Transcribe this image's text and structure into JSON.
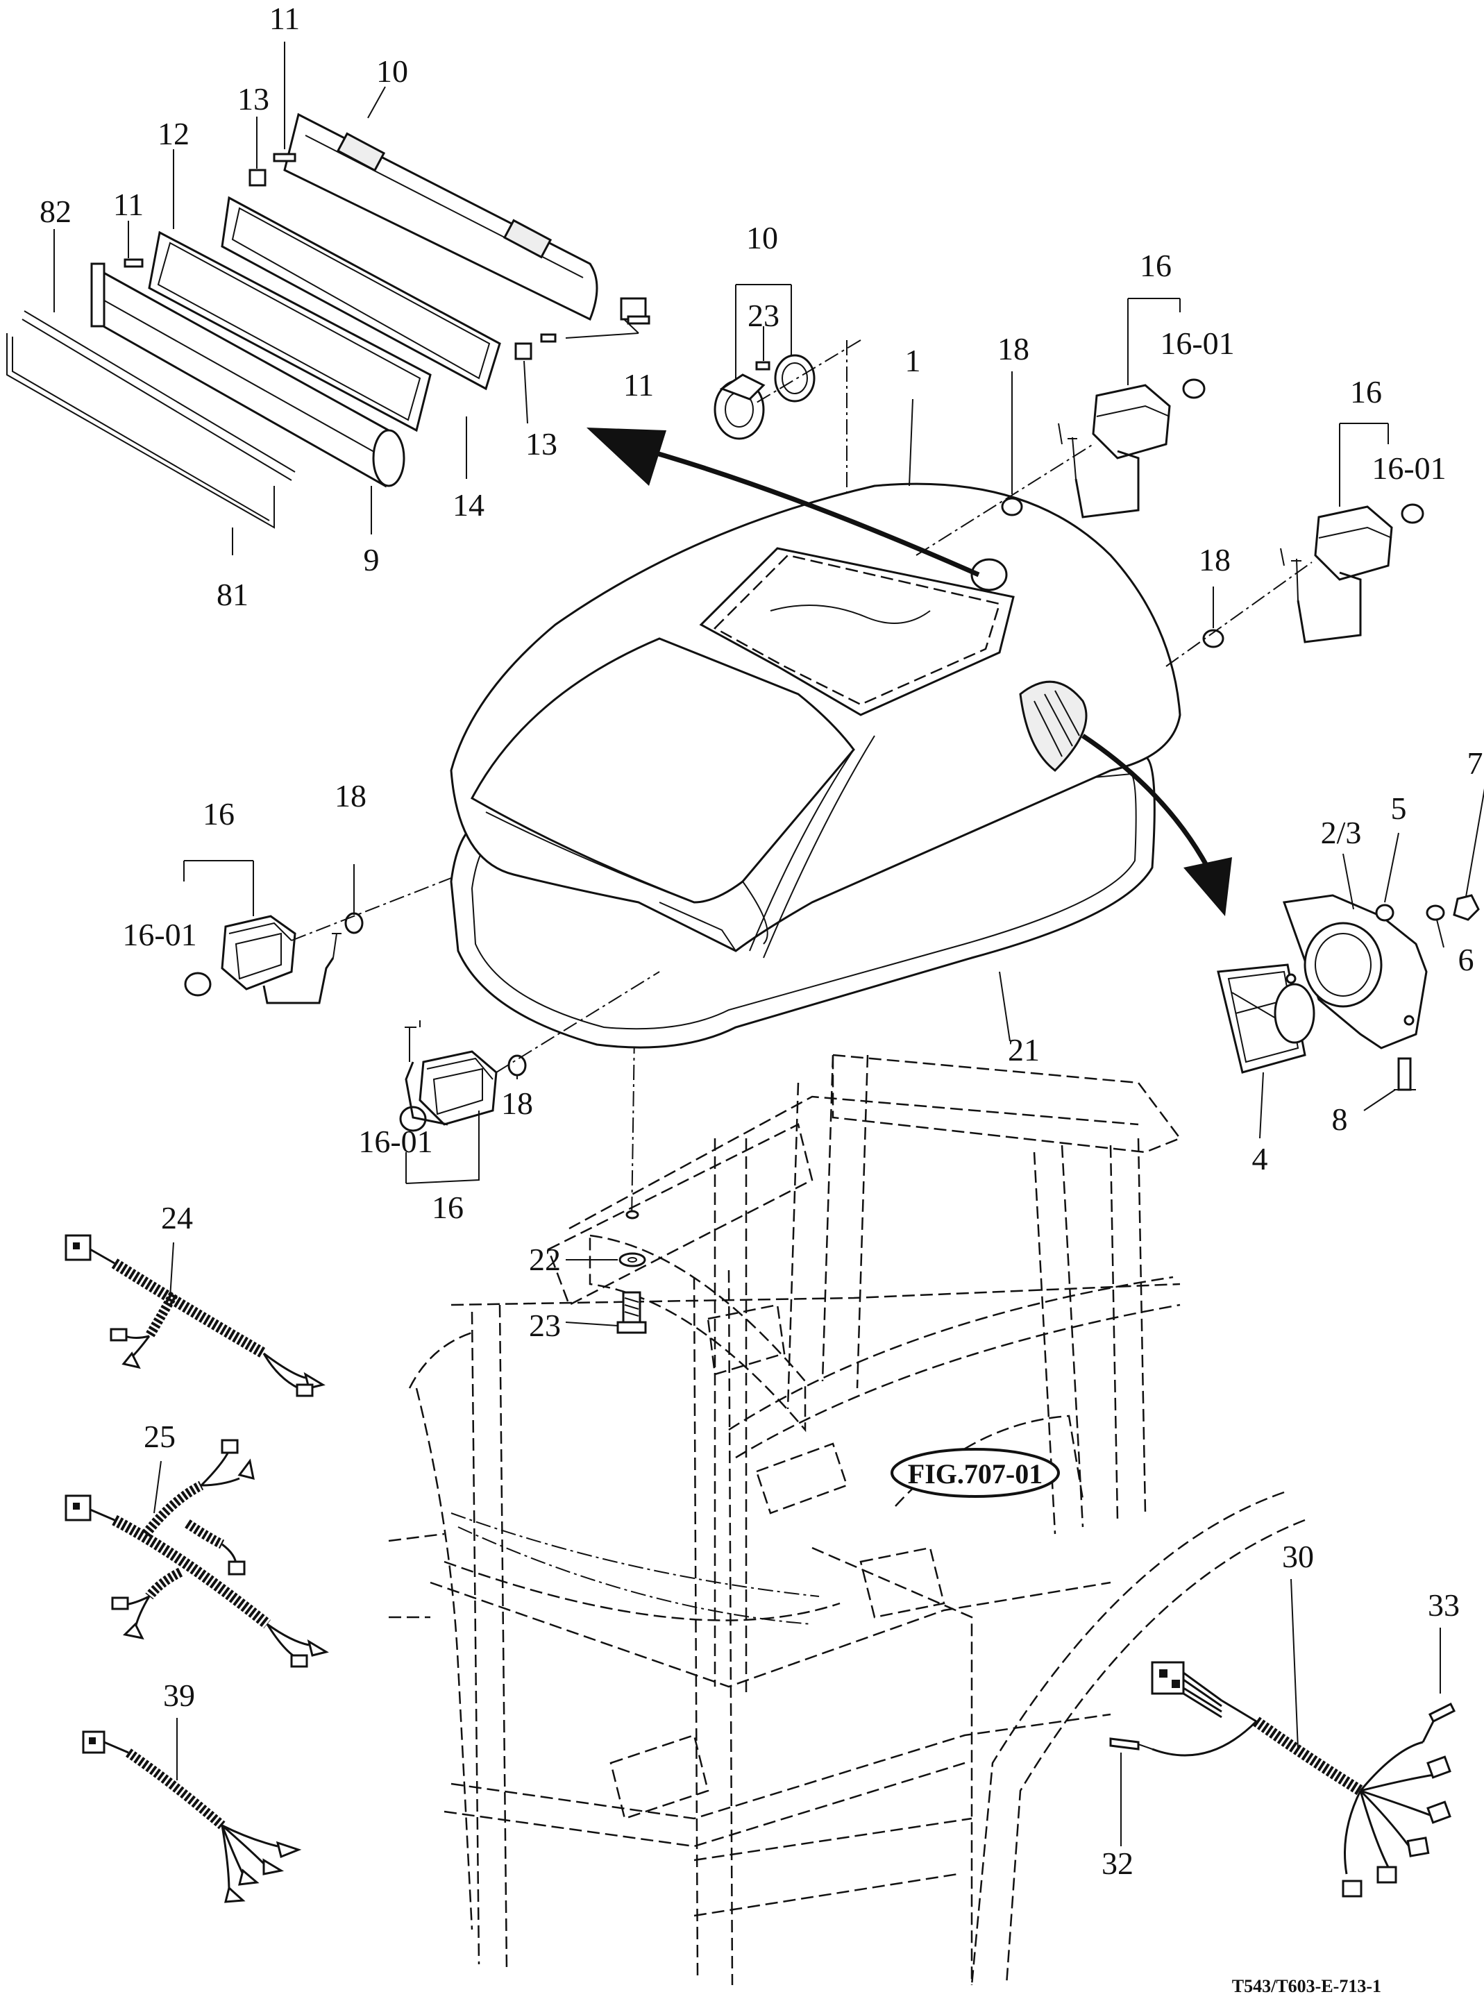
{
  "diagram": {
    "figure_ref": "FIG.707-01",
    "drawing_code": "T543/T603-E-713-1",
    "callouts": {
      "p10_top": "10",
      "p11_a": "11",
      "p13_a": "13",
      "p12": "12",
      "p11_b": "11",
      "p82": "82",
      "p11_c": "11",
      "p13_b": "13",
      "p14": "14",
      "p9": "9",
      "p81": "81",
      "p10_mid": "10",
      "p23_mid": "23",
      "p1": "1",
      "p18_a": "18",
      "p16_a": "16",
      "p16_01_a": "16-01",
      "p16_b": "16",
      "p16_01_b": "16-01",
      "p18_b": "18",
      "p7": "7",
      "p5": "5",
      "p2_3": "2/3",
      "p6": "6",
      "p4": "4",
      "p8": "8",
      "p16_c": "16",
      "p18_c": "18",
      "p16_01_c": "16-01",
      "p21": "21",
      "p18_d": "18",
      "p16_01_d": "16-01",
      "p16_d": "16",
      "p24": "24",
      "p22": "22",
      "p23_low": "23",
      "p25": "25",
      "p39": "39",
      "p30": "30",
      "p33": "33",
      "p32": "32"
    }
  }
}
